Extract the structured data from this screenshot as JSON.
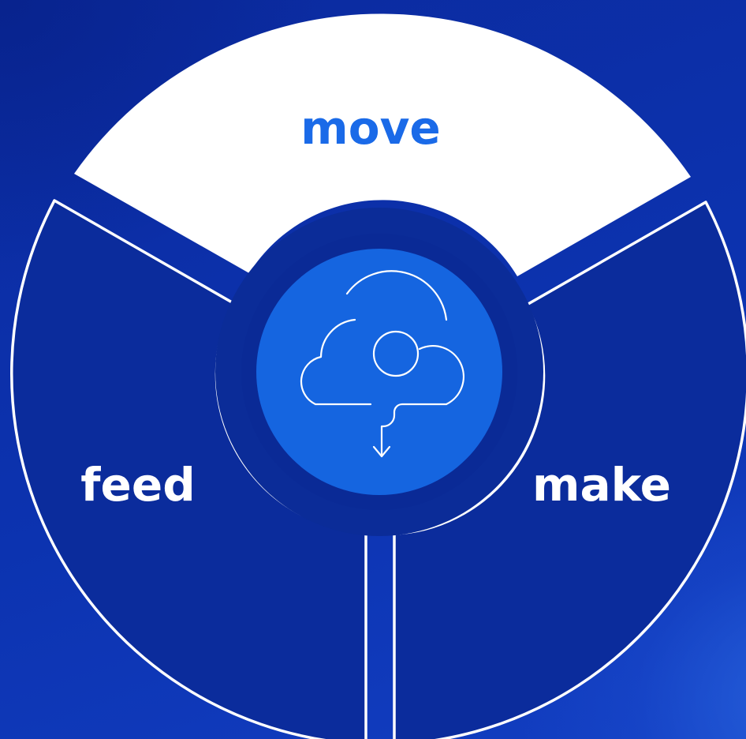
{
  "diagram": {
    "segments": [
      {
        "id": "top",
        "label": "move",
        "fill": "#ffffff",
        "text_color": "#1a6ae8"
      },
      {
        "id": "left",
        "label": "feed",
        "fill": "#0b2c9c",
        "text_color": "#ffffff"
      },
      {
        "id": "right",
        "label": "make",
        "fill": "#0b2c9c",
        "text_color": "#ffffff"
      }
    ],
    "center": {
      "icon": "cloud-download-icon",
      "inner_color": "#1565e0",
      "ring_color": "#0b2c98"
    },
    "colors": {
      "background": "#0a2aa0",
      "stroke": "#ffffff"
    }
  }
}
